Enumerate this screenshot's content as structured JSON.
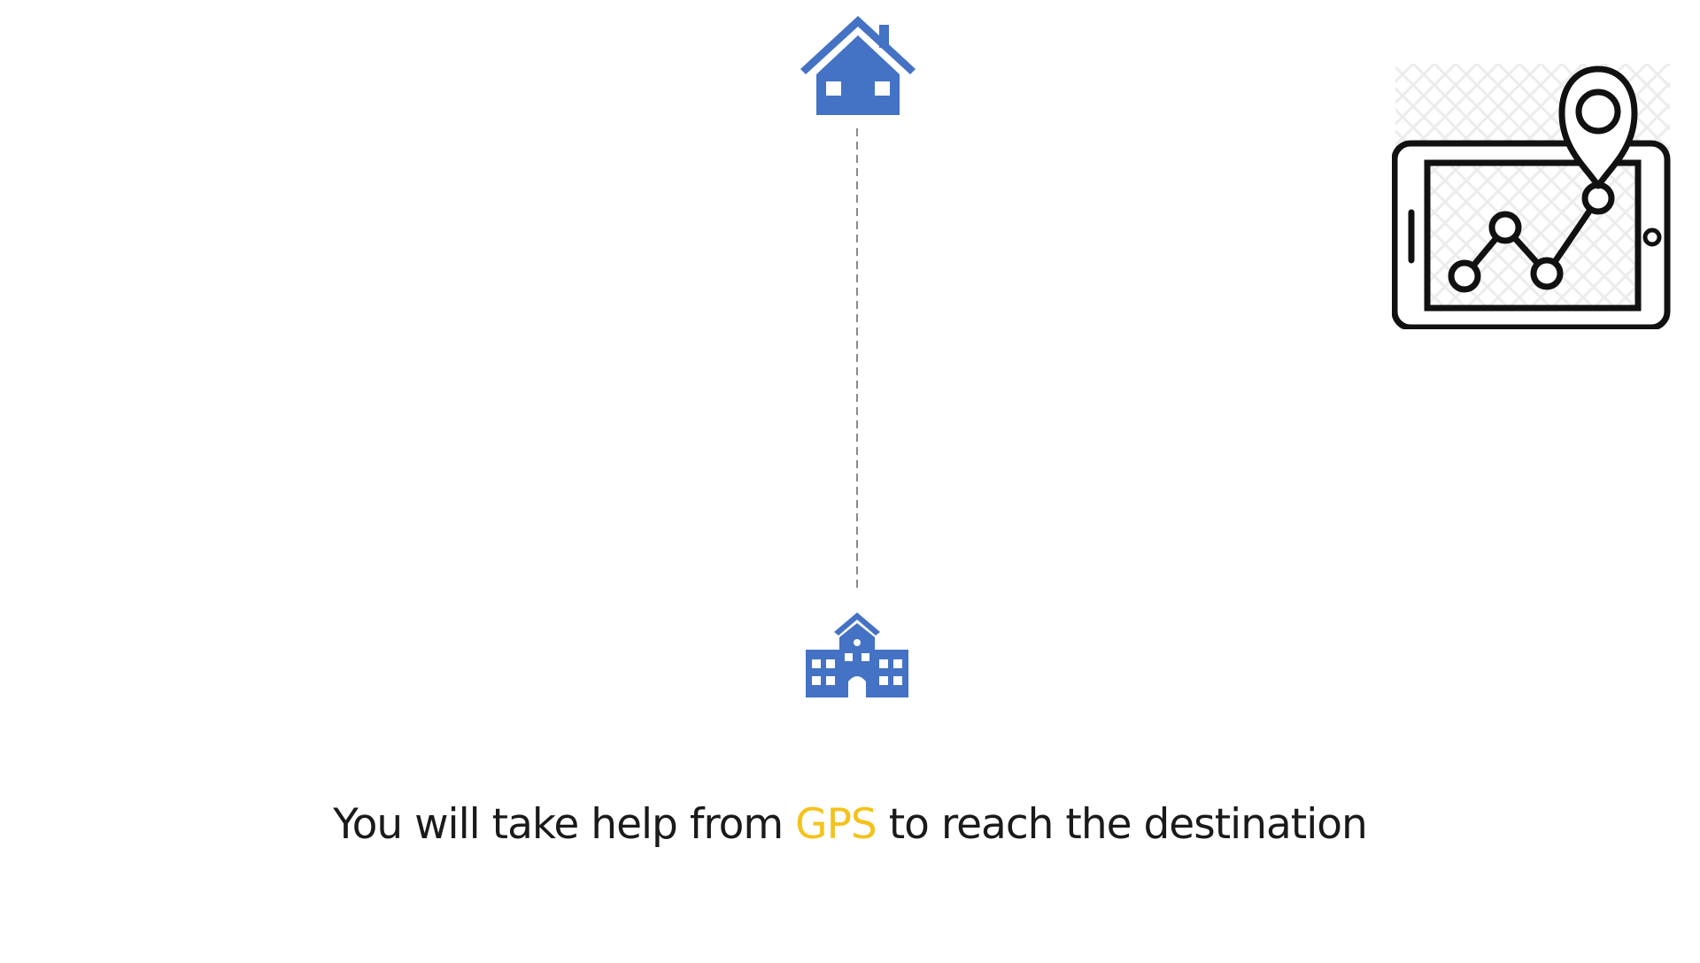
{
  "caption": {
    "before": "You will take help from ",
    "highlight": "GPS",
    "after": " to reach the destination"
  },
  "colors": {
    "icon_blue": "#4472c4",
    "highlight_yellow": "#f5c21b",
    "text": "#1a1a1a",
    "route_line": "#8a8a8a"
  },
  "icons": {
    "origin": "house-icon",
    "destination": "school-icon",
    "gps": "gps-phone-map-icon"
  }
}
